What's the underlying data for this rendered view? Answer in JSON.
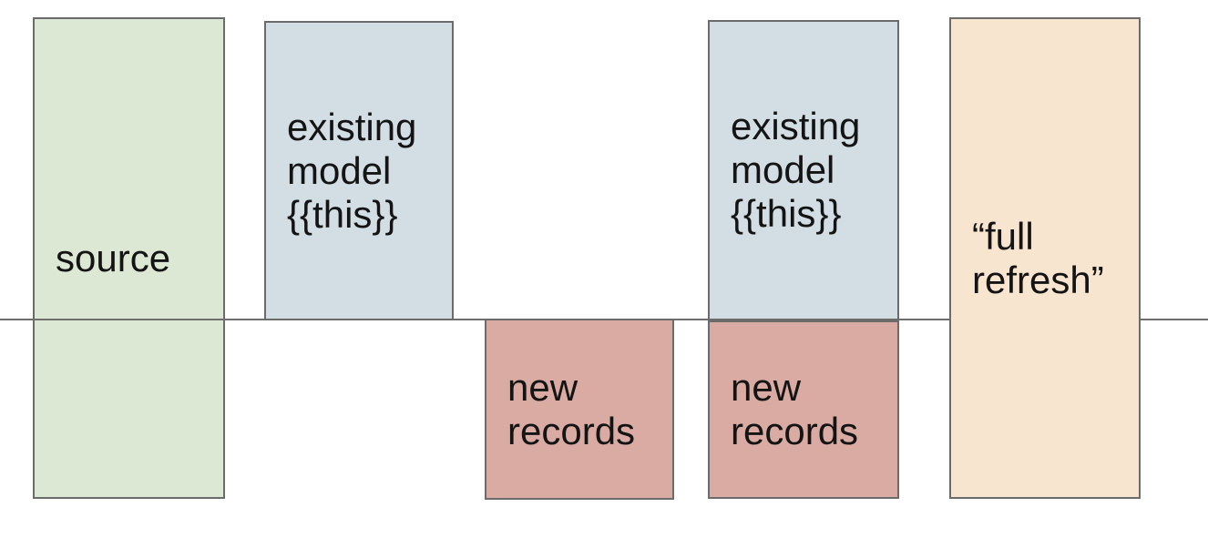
{
  "diagram": {
    "description": "incremental model materialization diagram",
    "background_color": "#ffffff",
    "baseline_color": "#6e6e6e",
    "border_color": "#6b6b6b",
    "text_color": "#141414",
    "boxes": {
      "source": {
        "label": "source",
        "fill": "#dce8d4"
      },
      "existing_model_1": {
        "label": "existing\nmodel\n{{this}}",
        "fill": "#d2dee3"
      },
      "new_records_1": {
        "label": "new\nrecords",
        "fill": "#d9aba3"
      },
      "existing_model_2": {
        "label": "existing\nmodel\n{{this}}",
        "fill": "#d2dee3"
      },
      "new_records_2": {
        "label": "new\nrecords",
        "fill": "#d9aba3"
      },
      "full_refresh": {
        "label": "“full\nrefresh”",
        "fill": "#f8e5d0"
      }
    }
  }
}
